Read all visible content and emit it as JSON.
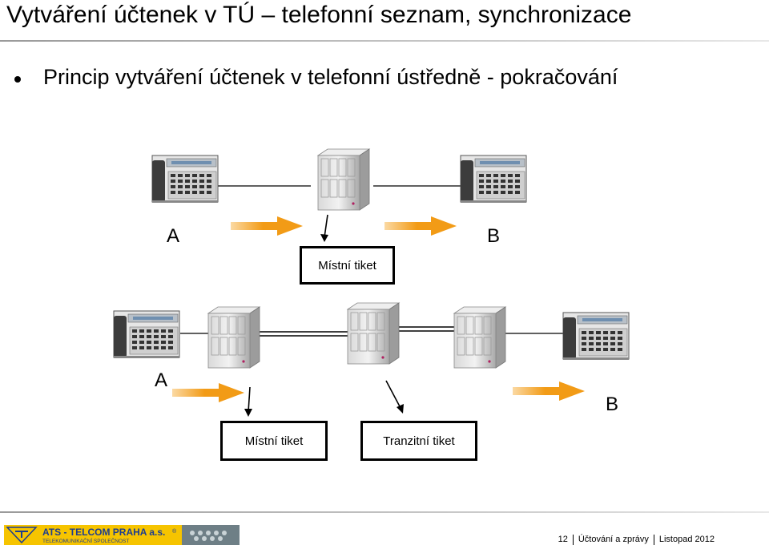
{
  "slide": {
    "title": "Vytváření účtenek v TÚ – telefonní seznam, synchronizace",
    "bullet": "Princip vytváření účtenek v telefonní ústředně - pokračování"
  },
  "diagram": {
    "top": {
      "label_a": "A",
      "label_b": "B",
      "ticket": "Místní tiket"
    },
    "bottom": {
      "label_a": "A",
      "label_b": "B",
      "ticket_local": "Místní tiket",
      "ticket_transit": "Tranzitní tiket"
    }
  },
  "footer": {
    "page": "12",
    "section": "Účtování a zprávy",
    "date": "Listopad 2012",
    "logo_text": "ATS - TELCOM PRAHA a.s.",
    "logo_subtext": "TELEKOMUNIKAČNÍ SPOLEČNOST",
    "logo_mark": "®"
  },
  "colors": {
    "arrow": "#f29b16",
    "logo_yellow": "#f6c400",
    "logo_blue": "#1d3d8f"
  },
  "icons": [
    "telephone-icon",
    "exchange-cabinet-icon",
    "arrow-icon"
  ]
}
